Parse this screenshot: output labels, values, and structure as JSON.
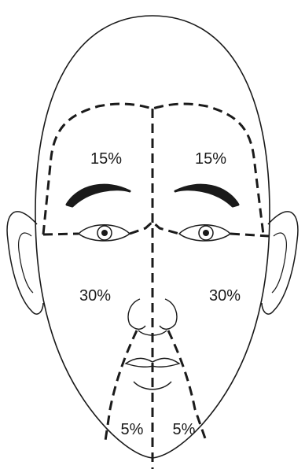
{
  "regions": {
    "forehead_left": "15%",
    "forehead_right": "15%",
    "cheek_left": "30%",
    "cheek_right": "30%",
    "chin_left": "5%",
    "chin_right": "5%"
  },
  "colors": {
    "line": "#1a1a1a",
    "background": "#ffffff"
  }
}
